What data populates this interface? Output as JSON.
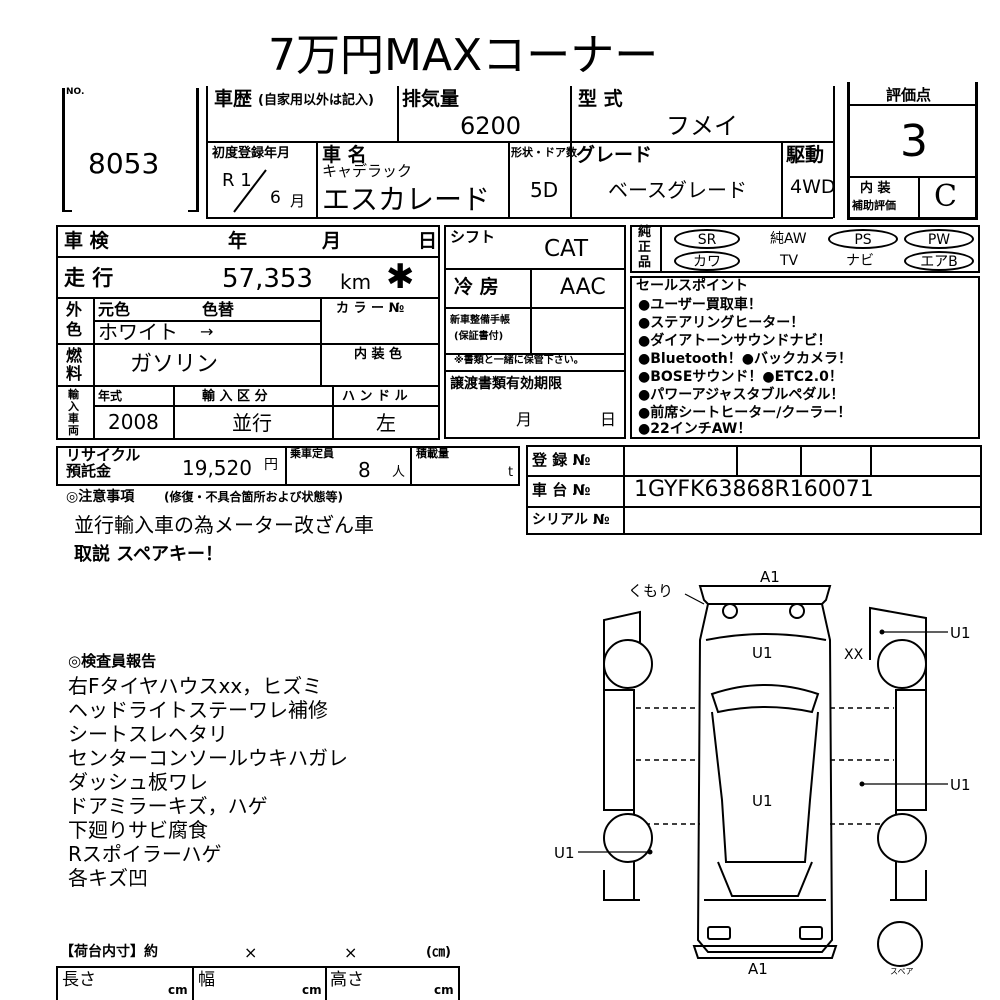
{
  "page_title": "7万円MAXコーナー",
  "header": {
    "no_label": "NO.",
    "lot_no": "8053",
    "history_label": "車歴",
    "history_sub": "(自家用以外は記入)",
    "displacement_label": "排気量",
    "displacement": "6200",
    "model_label": "型 式",
    "model": "フメイ",
    "first_reg_label": "初度登録年月",
    "first_reg_era": "R 1",
    "first_reg_month": "6",
    "month_unit": "月",
    "car_name_label": "車 名",
    "maker": "キャデラック",
    "car_name": "エスカレード",
    "shape_label": "形状・ドア数",
    "doors": "5D",
    "grade_label": "グレード",
    "grade": "ベースグレード",
    "drive_label": "駆動",
    "drive": "4WD"
  },
  "score": {
    "label": "評価点",
    "value": "3",
    "interior_label": "内 装",
    "interior_sub": "補助評価",
    "interior_value": "C"
  },
  "spec": {
    "inspection_label": "車 検",
    "year_label": "年",
    "month_label": "月",
    "day_label": "日",
    "mileage_label": "走 行",
    "mileage": "57,353",
    "mileage_unit": "km",
    "mileage_mark": "✱",
    "color_label_top": "外",
    "color_label_bottom": "色",
    "orig_color_label": "元色",
    "color_change_label": "色替",
    "color_value": "ホワイト",
    "color_arrow": "→",
    "color_no_label": "カ ラ ー №",
    "fuel_label_top": "燃",
    "fuel_label_bottom": "料",
    "fuel": "ガソリン",
    "interior_color_label": "内 装 色",
    "import_label": [
      "輸",
      "入",
      "車",
      "両"
    ],
    "model_year_label": "年式",
    "model_year": "2008",
    "import_type_label": "輸 入 区 分",
    "import_type": "並行",
    "handle_label": "ハ ン ド ル",
    "handle": "左",
    "recycle_label_1": "リサイクル",
    "recycle_label_2": "預託金",
    "recycle": "19,520",
    "recycle_unit": "円",
    "capacity_label": "乗車定員",
    "capacity": "8",
    "capacity_unit": "人",
    "load_label": "積載量",
    "load_unit": "t"
  },
  "shift": {
    "shift_label": "シフト",
    "shift": "CAT",
    "ac_label": "冷 房",
    "ac": "AAC",
    "manual_label_1": "新車整備手帳",
    "manual_label_2": "(保証書付)",
    "manual_note": "※書類と一緒に保管下さい。",
    "transfer_label": "譲渡書類有効期限",
    "transfer_month": "月",
    "transfer_day": "日"
  },
  "equipment": {
    "label": [
      "純",
      "正",
      "品"
    ],
    "row1": [
      "SR",
      "純AW",
      "PS",
      "PW"
    ],
    "row2": [
      "カワ",
      "TV",
      "ナビ",
      "エアB"
    ]
  },
  "sales_points": {
    "label": "セールスポイント",
    "items": [
      "●ユーザー買取車！",
      "●ステアリングヒーター！",
      "●ダイアトーンサウンドナビ！",
      "●Bluetooth！●バックカメラ！",
      "●BOSEサウンド！●ETC2.0！",
      "●パワーアジャスタブルペダル！",
      "●前席シートヒーター/クーラー！",
      "●22インチAW！"
    ]
  },
  "registration": {
    "reg_label": "登 録 №",
    "chassis_label": "車 台 №",
    "chassis": "1GYFK63868R160071",
    "serial_label": "シリアル №"
  },
  "notes": {
    "label": "◎注意事項",
    "sub": "(修復・不具合箇所および状態等)",
    "lines": [
      "並行輸入車の為メーター改ざん車",
      "取説 スペアキー！"
    ]
  },
  "inspector": {
    "label": "◎検査員報告",
    "lines": [
      "右Fタイヤハウスxx，ヒズミ",
      "ヘッドライトステーワレ補修",
      "シートスレヘタリ",
      "センターコンソールウキハガレ",
      "ダッシュ板ワレ",
      "ドアミラーキズ，ハゲ",
      "下廻りサビ腐食",
      "Rスポイラーハゲ",
      "各キズ凹"
    ]
  },
  "diagram": {
    "kumori": "くもり",
    "a1_top": "A1",
    "a1_bottom": "A1",
    "u1_front": "U1",
    "xx": "XX",
    "u1_right_top": "U1",
    "u1_right_mid": "U1",
    "u1_center": "U1",
    "u1_left": "U1",
    "spare": "スペア"
  },
  "cargo": {
    "label": "【荷台内寸】約",
    "x1": "×",
    "x2": "×",
    "unit_label": "(㎝)",
    "length_label": "長さ",
    "width_label": "幅",
    "height_label": "高さ",
    "cm": "cm"
  }
}
